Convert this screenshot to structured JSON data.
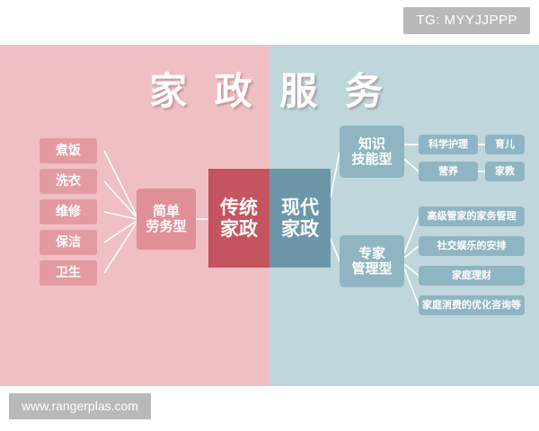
{
  "overlay": {
    "tg_badge": "TG: MYYJJPPP",
    "watermark": "www.rangerplas.com"
  },
  "diagram": {
    "title": "家 政 服 务",
    "colors": {
      "left_background": "#f0bfc3",
      "right_background": "#bfd6dc",
      "pink_leaf": "#e39aa0",
      "pink_mid": "#e08f96",
      "red_center": "#c4545f",
      "blue_center": "#6b97a8",
      "blue_box": "#8fb5c2",
      "badge_gray": "#b9b9b9",
      "text_white": "#ffffff"
    },
    "left_leaves": [
      {
        "label": "煮饭"
      },
      {
        "label": "洗衣"
      },
      {
        "label": "维修"
      },
      {
        "label": "保洁"
      },
      {
        "label": "卫生"
      }
    ],
    "left_mid": {
      "line1": "简单",
      "line2": "劳务型"
    },
    "center": [
      {
        "line1": "传统",
        "line2": "家政"
      },
      {
        "line1": "现代",
        "line2": "家政"
      }
    ],
    "right_mid": [
      {
        "line1": "知识",
        "line2": "技能型"
      },
      {
        "line1": "专家",
        "line2": "管理型"
      }
    ],
    "knowledge_leaves": [
      {
        "label": "科学护理"
      },
      {
        "label": "育儿"
      },
      {
        "label": "营养"
      },
      {
        "label": "家教"
      }
    ],
    "expert_leaves": [
      {
        "label": "高级管家的家务管理"
      },
      {
        "label": "社交娱乐的安排"
      },
      {
        "label": "家庭理财"
      },
      {
        "label": "家庭消费的优化咨询等"
      }
    ]
  }
}
